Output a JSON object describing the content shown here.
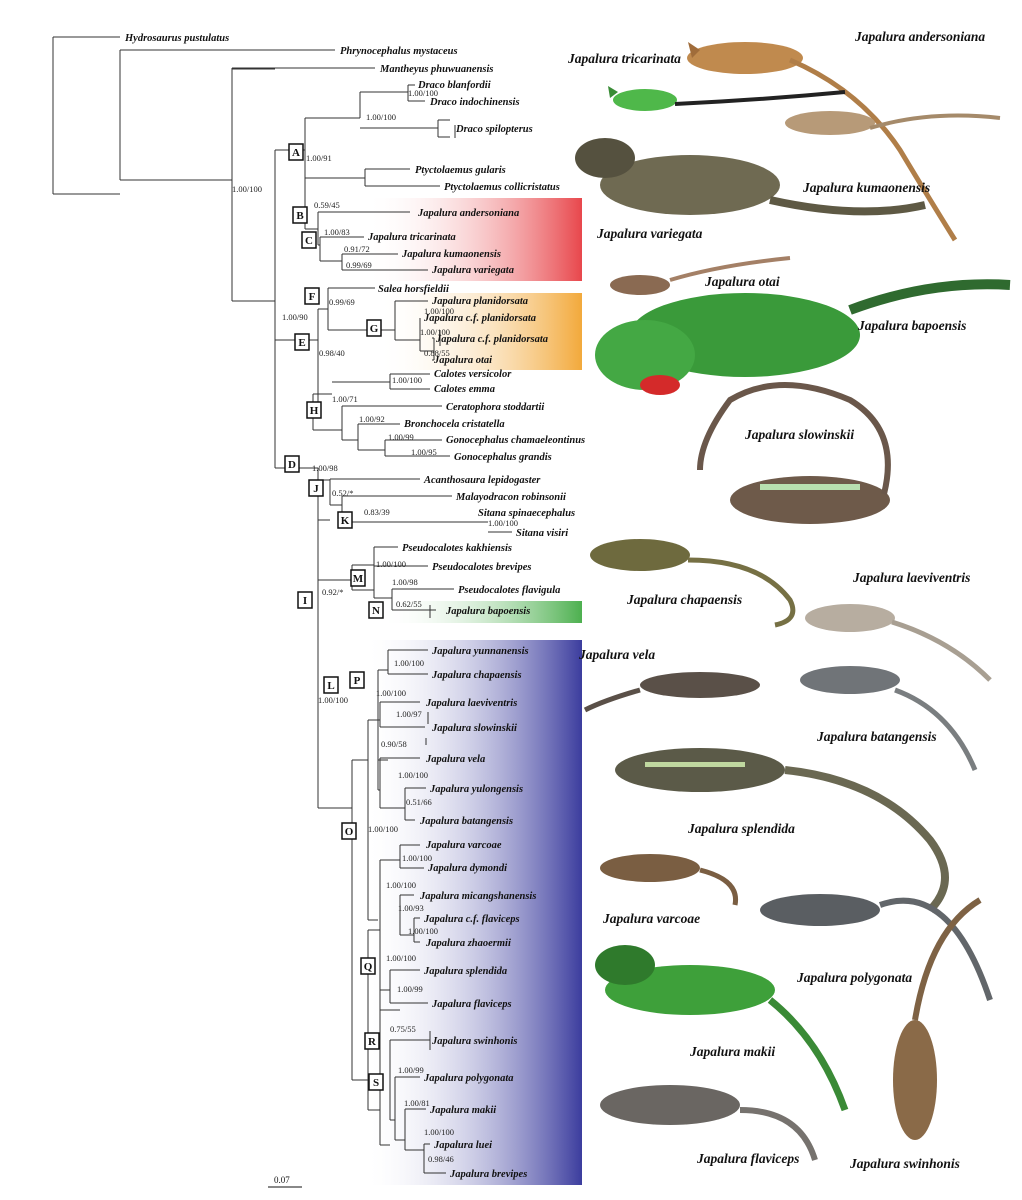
{
  "taxa": [
    {
      "id": "hydrosaurus",
      "label": "Hydrosaurus pustulatus"
    },
    {
      "id": "phrynocephalus",
      "label": "Phrynocephalus mystaceus"
    },
    {
      "id": "mantheyus",
      "label": "Mantheyus phuwuanensis"
    },
    {
      "id": "draco-blanfordii",
      "label": "Draco blanfordii"
    },
    {
      "id": "draco-indochinensis",
      "label": "Draco indochinensis"
    },
    {
      "id": "draco-spilopterus",
      "label": "Draco spilopterus"
    },
    {
      "id": "ptyctolaemus-gularis",
      "label": "Ptyctolaemus gularis"
    },
    {
      "id": "ptyctolaemus-collicristatus",
      "label": "Ptyctolaemus collicristatus"
    },
    {
      "id": "japalura-andersoniana",
      "label": "Japalura andersoniana"
    },
    {
      "id": "japalura-tricarinata",
      "label": "Japalura tricarinata"
    },
    {
      "id": "japalura-kumaonensis",
      "label": "Japalura kumaonensis"
    },
    {
      "id": "japalura-variegata",
      "label": "Japalura variegata"
    },
    {
      "id": "salea-horsfieldii",
      "label": "Salea horsfieldii"
    },
    {
      "id": "japalura-planidorsata",
      "label": "Japalura planidorsata"
    },
    {
      "id": "japalura-cf-planidorsata-1",
      "label": "Japalura c.f. planidorsata"
    },
    {
      "id": "japalura-cf-planidorsata-2",
      "label": "Japalura c.f. planidorsata"
    },
    {
      "id": "japalura-otai",
      "label": "Japalura otai"
    },
    {
      "id": "calotes-versicolor",
      "label": "Calotes versicolor"
    },
    {
      "id": "calotes-emma",
      "label": "Calotes emma"
    },
    {
      "id": "ceratophora",
      "label": "Ceratophora stoddartii"
    },
    {
      "id": "bronchocela",
      "label": "Bronchocela cristatella"
    },
    {
      "id": "gonocephalus-chamaeleontinus",
      "label": "Gonocephalus chamaeleontinus"
    },
    {
      "id": "gonocephalus-grandis",
      "label": "Gonocephalus grandis"
    },
    {
      "id": "acanthosaura",
      "label": "Acanthosaura lepidogaster"
    },
    {
      "id": "malayodracon",
      "label": "Malayodracon robinsonii"
    },
    {
      "id": "sitana-spinaecephalus",
      "label": "Sitana spinaecephalus"
    },
    {
      "id": "sitana-visiri",
      "label": "Sitana visiri"
    },
    {
      "id": "pseudocalotes-kakhiensis",
      "label": "Pseudocalotes kakhiensis"
    },
    {
      "id": "pseudocalotes-brevipes",
      "label": "Pseudocalotes brevipes"
    },
    {
      "id": "pseudocalotes-flavigula",
      "label": "Pseudocalotes flavigula"
    },
    {
      "id": "japalura-bapoensis",
      "label": "Japalura bapoensis"
    },
    {
      "id": "japalura-yunnanensis",
      "label": "Japalura yunnanensis"
    },
    {
      "id": "japalura-chapaensis",
      "label": "Japalura chapaensis"
    },
    {
      "id": "japalura-laeviventris",
      "label": "Japalura laeviventris"
    },
    {
      "id": "japalura-slowinskii",
      "label": "Japalura slowinskii"
    },
    {
      "id": "japalura-vela",
      "label": "Japalura vela"
    },
    {
      "id": "japalura-yulongensis",
      "label": "Japalura yulongensis"
    },
    {
      "id": "japalura-batangensis",
      "label": "Japalura batangensis"
    },
    {
      "id": "japalura-varcoae",
      "label": "Japalura varcoae"
    },
    {
      "id": "japalura-dymondi",
      "label": "Japalura dymondi"
    },
    {
      "id": "japalura-micangshanensis",
      "label": "Japalura micangshanensis"
    },
    {
      "id": "japalura-cf-flaviceps",
      "label": "Japalura c.f. flaviceps"
    },
    {
      "id": "japalura-zhaoermii",
      "label": "Japalura zhaoermii"
    },
    {
      "id": "japalura-splendida",
      "label": "Japalura splendida"
    },
    {
      "id": "japalura-flaviceps",
      "label": "Japalura flaviceps"
    },
    {
      "id": "japalura-swinhonis",
      "label": "Japalura swinhonis"
    },
    {
      "id": "japalura-polygonata",
      "label": "Japalura polygonata"
    },
    {
      "id": "japalura-makii",
      "label": "Japalura makii"
    },
    {
      "id": "japalura-luei",
      "label": "Japalura luei"
    },
    {
      "id": "japalura-brevipes",
      "label": "Japalura brevipes"
    }
  ],
  "support_values": [
    "1.00/100",
    "1.00/100",
    "1.00/91",
    "1.00/100",
    "0.59/45",
    "1.00/83",
    "0.91/72",
    "0.99/69",
    "1.00/90",
    "0.99/69",
    "1.00/100",
    "1.00/100",
    "0.88/55",
    "0.98/40",
    "1.00/100",
    "1.00/71",
    "1.00/92",
    "1.00/99",
    "1.00/95",
    "1.00/98",
    "0.52/*",
    "0.83/39",
    "1.00/100",
    "0.92/*",
    "1.00/100",
    "1.00/98",
    "0.62/55",
    "1.00/100",
    "1.00/100",
    "1.00/100",
    "1.00/97",
    "0.90/58",
    "1.00/100",
    "0.51/66",
    "1.00/100",
    "1.00/100",
    "1.00/100",
    "1.00/93",
    "1.00/100",
    "1.00/100",
    "1.00/99",
    "0.75/55",
    "1.00/99",
    "1.00/81",
    "1.00/100",
    "0.98/46"
  ],
  "node_labels": [
    "A",
    "B",
    "C",
    "D",
    "E",
    "F",
    "G",
    "H",
    "I",
    "J",
    "K",
    "L",
    "M",
    "N",
    "O",
    "P",
    "Q",
    "R",
    "S"
  ],
  "photo_labels": [
    "Japalura andersoniana",
    "Japalura tricarinata",
    "Japalura kumaonensis",
    "Japalura variegata",
    "Japalura otai",
    "Japalura bapoensis",
    "Japalura slowinskii",
    "Japalura chapaensis",
    "Japalura laeviventris",
    "Japalura vela",
    "Japalura batangensis",
    "Japalura splendida",
    "Japalura varcoae",
    "Japalura polygonata",
    "Japalura makii",
    "Japalura flaviceps",
    "Japalura swinhonis"
  ],
  "scale_bar": "0.07",
  "colors": {
    "clade_red": "#e8474c",
    "clade_orange": "#f2a93b",
    "clade_green": "#4db04f",
    "clade_blue": "#3c3d9e"
  }
}
